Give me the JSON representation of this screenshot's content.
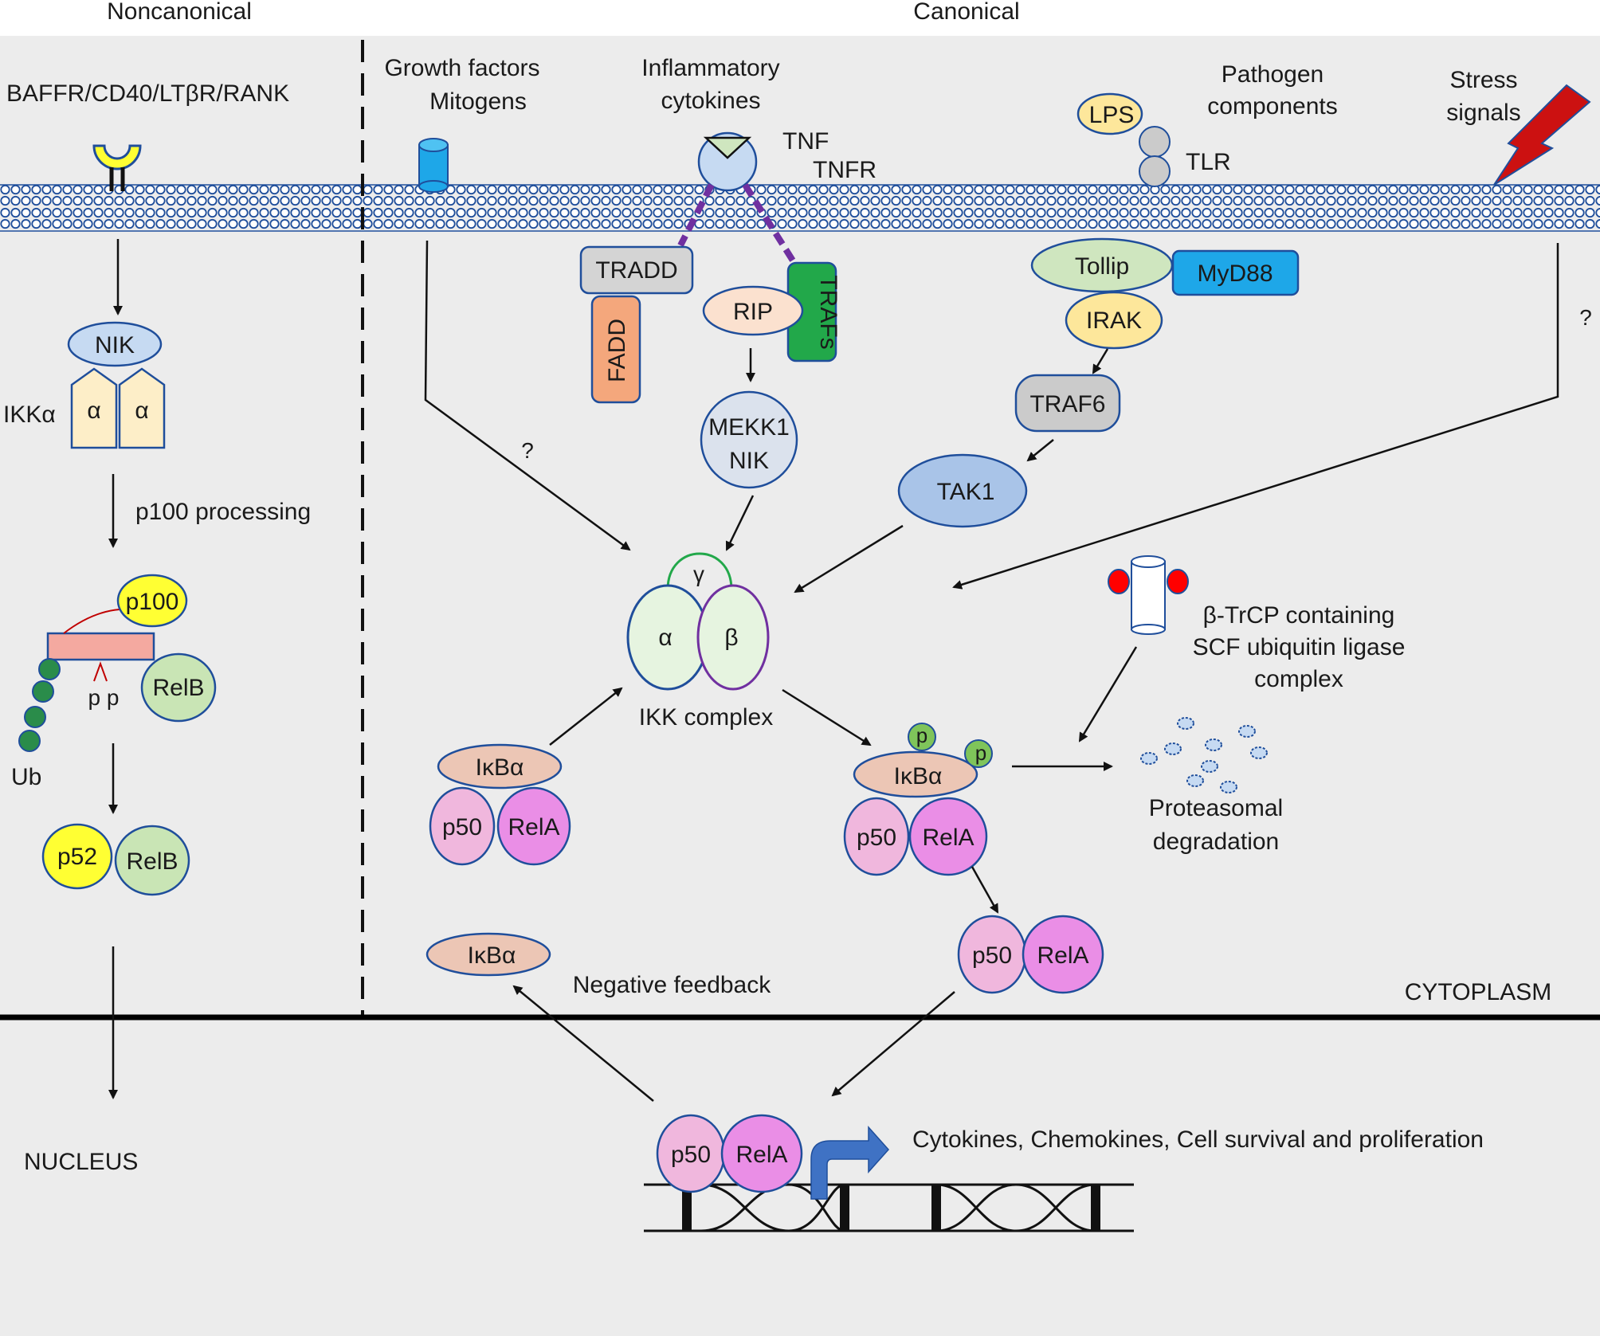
{
  "headers": {
    "noncanonical": "Noncanonical",
    "canonical": "Canonical"
  },
  "noncanonical": {
    "receptors": "BAFFR/CD40/LTβR/RANK",
    "nik": "NIK",
    "ikka_label": "IKKα",
    "alpha": "α",
    "p100_processing": "p100 processing",
    "p100": "p100",
    "relb": "RelB",
    "pp": "p p",
    "ub": "Ub",
    "p52": "p52",
    "nucleus": "NUCLEUS"
  },
  "canonical": {
    "growth_factors": "Growth factors",
    "mitogens": "Mitogens",
    "inflammatory": "Inflammatory",
    "cytokines": "cytokines",
    "tnf": "TNF",
    "tnfr": "TNFR",
    "pathogen": "Pathogen",
    "components": "components",
    "lps": "LPS",
    "tlr": "TLR",
    "stress": "Stress",
    "signals": "signals",
    "tradd": "TRADD",
    "fadd": "FADD",
    "rip": "RIP",
    "trafs": "TRAFs",
    "mekk1": "MEKK1",
    "nik": "NIK",
    "tollip": "Tollip",
    "myd88": "MyD88",
    "irak": "IRAK",
    "traf6": "TRAF6",
    "tak1": "TAK1",
    "question": "?",
    "gamma": "γ",
    "alpha": "α",
    "beta": "β",
    "ikk_complex": "IKK complex",
    "ikba": "IκBα",
    "p50": "p50",
    "rela": "RelA",
    "p": "p",
    "scf_line1": "β-TrCP containing",
    "scf_line2": "SCF ubiquitin ligase",
    "scf_line3": "complex",
    "proteasomal": "Proteasomal",
    "degradation": "degradation",
    "negative_feedback": "Negative feedback",
    "cytoplasm": "CYTOPLASM",
    "outputs": "Cytokines, Chemokines, Cell survival and proliferation"
  },
  "colors": {
    "background": "#ececec",
    "membrane": "#1f4e9b",
    "nik": "#c6daf2",
    "ikka": "#fdeec8",
    "p100_bar": "#f4a9a0",
    "yellow": "#ffff33",
    "relb": "#c9e5b5",
    "ub": "#2a8c4a",
    "pink_p50": "#f0b7dd",
    "magenta_rela": "#ea8ee6",
    "ikba": "#ecc6b5",
    "tradd": "#d4d4d4",
    "fadd": "#f4a77c",
    "rip": "#fbe1cf",
    "trafs": "#22a84a",
    "mekk1": "#dbe2ed",
    "tollip": "#cfe6bf",
    "myd88": "#1ea7e8",
    "irak": "#fde79b",
    "traf6": "#cbcbcb",
    "tak1": "#a9c4e8",
    "stress": "#cc1111",
    "dashed_link": "#7030a0"
  }
}
